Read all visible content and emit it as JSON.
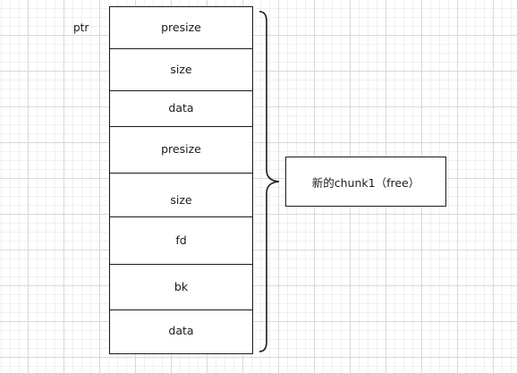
{
  "pointer_label": "ptr",
  "cells": [
    {
      "label": "presize"
    },
    {
      "label": "size"
    },
    {
      "label": "data"
    },
    {
      "label": "presize"
    },
    {
      "label": "size"
    },
    {
      "label": "fd"
    },
    {
      "label": "bk"
    },
    {
      "label": "data"
    }
  ],
  "chunk_label": "新的chunk1（free）",
  "colors": {
    "line": "#1a1a1a",
    "grid": "#d9d9d9",
    "background": "#ffffff"
  }
}
